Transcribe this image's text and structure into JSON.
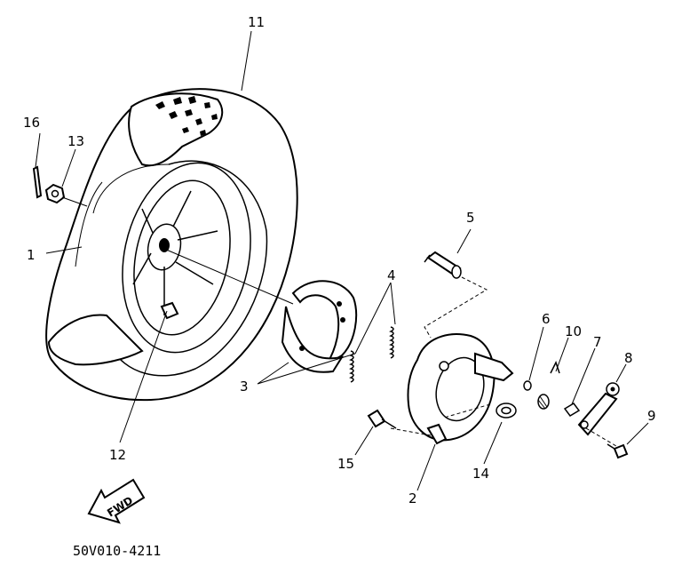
{
  "diagram": {
    "callouts": [
      {
        "id": "1",
        "label": "1"
      },
      {
        "id": "2",
        "label": "2"
      },
      {
        "id": "3",
        "label": "3"
      },
      {
        "id": "4",
        "label": "4"
      },
      {
        "id": "5",
        "label": "5"
      },
      {
        "id": "6",
        "label": "6"
      },
      {
        "id": "7",
        "label": "7"
      },
      {
        "id": "8",
        "label": "8"
      },
      {
        "id": "9",
        "label": "9"
      },
      {
        "id": "10",
        "label": "10"
      },
      {
        "id": "11",
        "label": "11"
      },
      {
        "id": "12",
        "label": "12"
      },
      {
        "id": "13",
        "label": "13"
      },
      {
        "id": "14",
        "label": "14"
      },
      {
        "id": "15",
        "label": "15"
      },
      {
        "id": "16",
        "label": "16"
      }
    ],
    "fwd_label": "FWD",
    "figure_code": "50V010-4211"
  }
}
